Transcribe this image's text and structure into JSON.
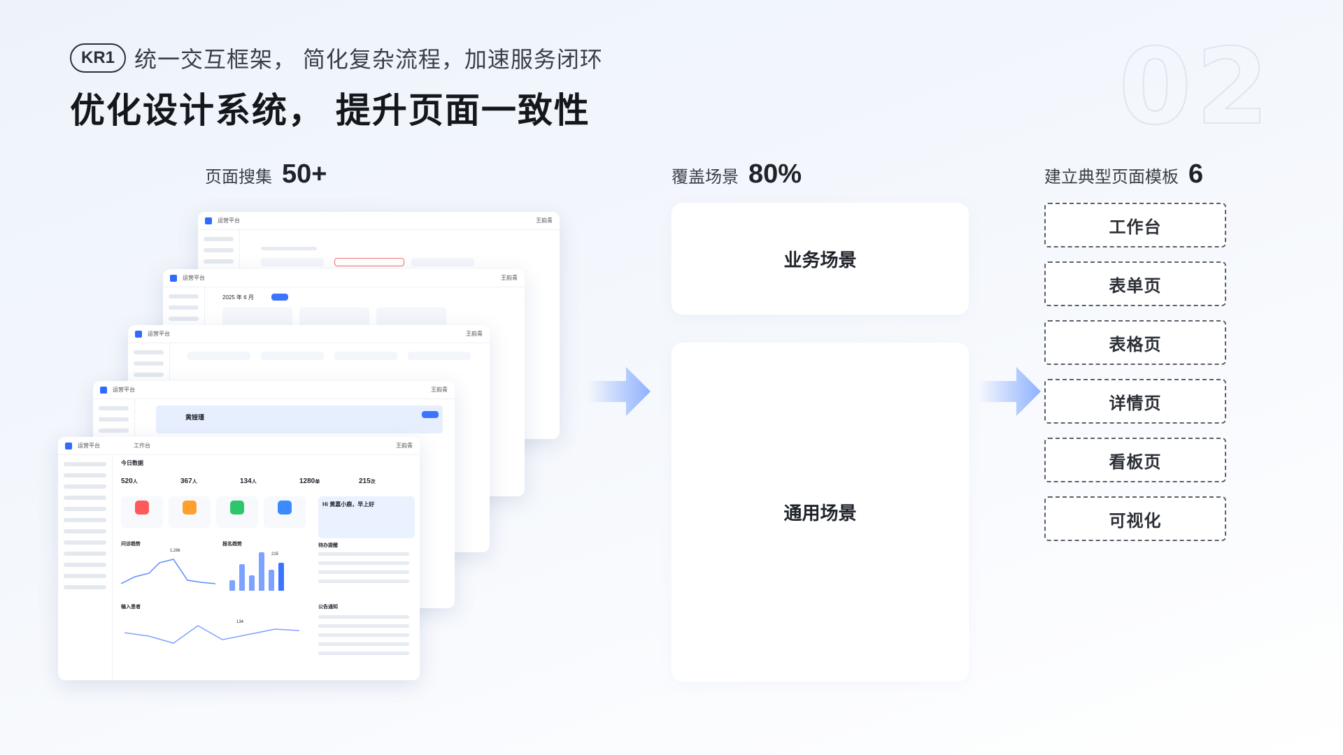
{
  "header": {
    "badge": "KR1",
    "subtitle": "统一交互框架， 简化复杂流程，加速服务闭环",
    "title": "优化设计系统， 提升页面一致性",
    "big_number": "02"
  },
  "stats": [
    {
      "label": "页面搜集",
      "value": "50+"
    },
    {
      "label": "覆盖场景",
      "value": "80%"
    },
    {
      "label": "建立典型页面模板",
      "value": "6"
    }
  ],
  "scenes": [
    "业务场景",
    "通用场景"
  ],
  "templates": [
    "工作台",
    "表单页",
    "表格页",
    "详情页",
    "看板页",
    "可视化"
  ],
  "collage": {
    "app_name": "运营平台",
    "user": "王韵青",
    "page_workbench": "工作台",
    "today_data": "今日数据",
    "kpis": [
      {
        "value": "520",
        "unit": "人"
      },
      {
        "value": "367",
        "unit": "人"
      },
      {
        "value": "134",
        "unit": "人"
      },
      {
        "value": "1280",
        "unit": "单"
      },
      {
        "value": "215",
        "unit": "次"
      }
    ],
    "greeting": "Hi 黄嘉小鹿，早上好",
    "month": "2025 年 6 月",
    "detail_name": "黄娅瑾",
    "chart_value_1": "1.28k",
    "chart_value_2": "215",
    "chart_value_3": "134",
    "visit_trend": "问诊趋势",
    "reg_trend": "报名趋势",
    "todo": "待办提醒",
    "notice": "公告通知",
    "new_patients": "输入患者"
  },
  "colors": {
    "accent": "#3b74ff",
    "arrow": "#8fb1ff"
  }
}
